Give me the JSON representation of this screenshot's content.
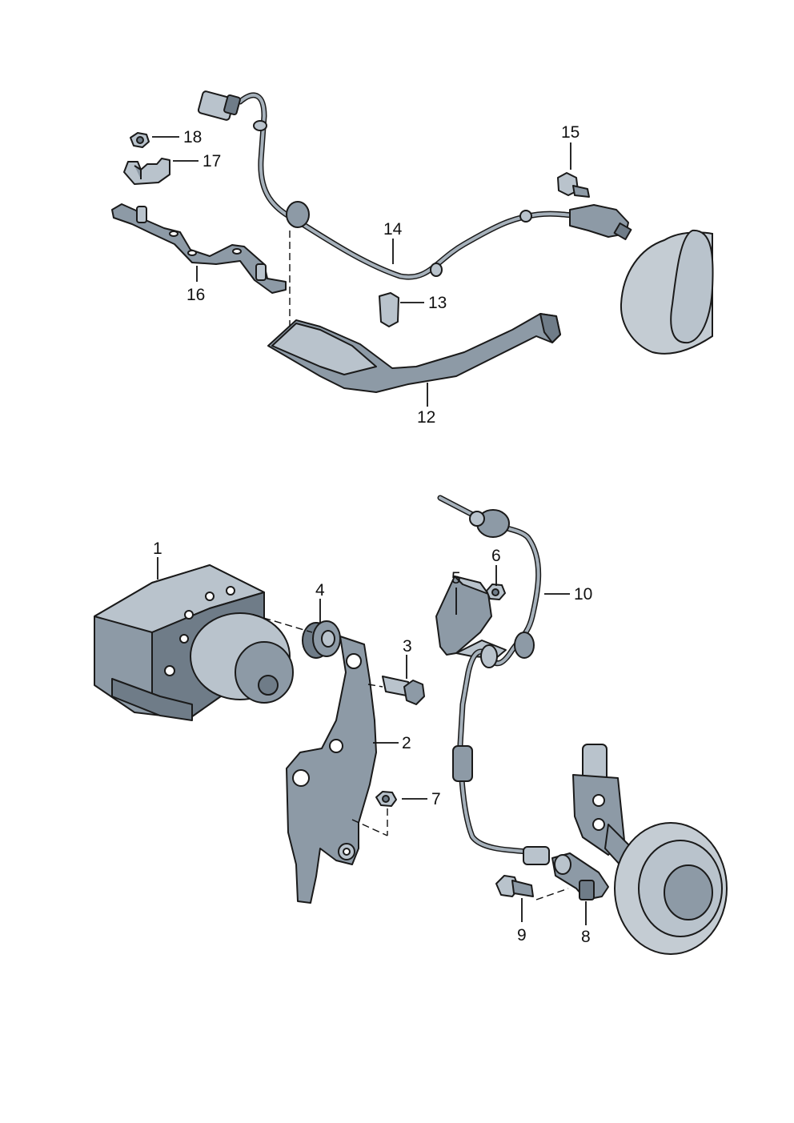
{
  "callouts": {
    "c1": "1",
    "c2": "2",
    "c3": "3",
    "c4": "4",
    "c5": "5",
    "c6": "6",
    "c7": "7",
    "c8": "8",
    "c9": "9",
    "c10": "10",
    "c12": "12",
    "c13": "13",
    "c14": "14",
    "c15": "15",
    "c16": "16",
    "c17": "17",
    "c18": "18"
  }
}
